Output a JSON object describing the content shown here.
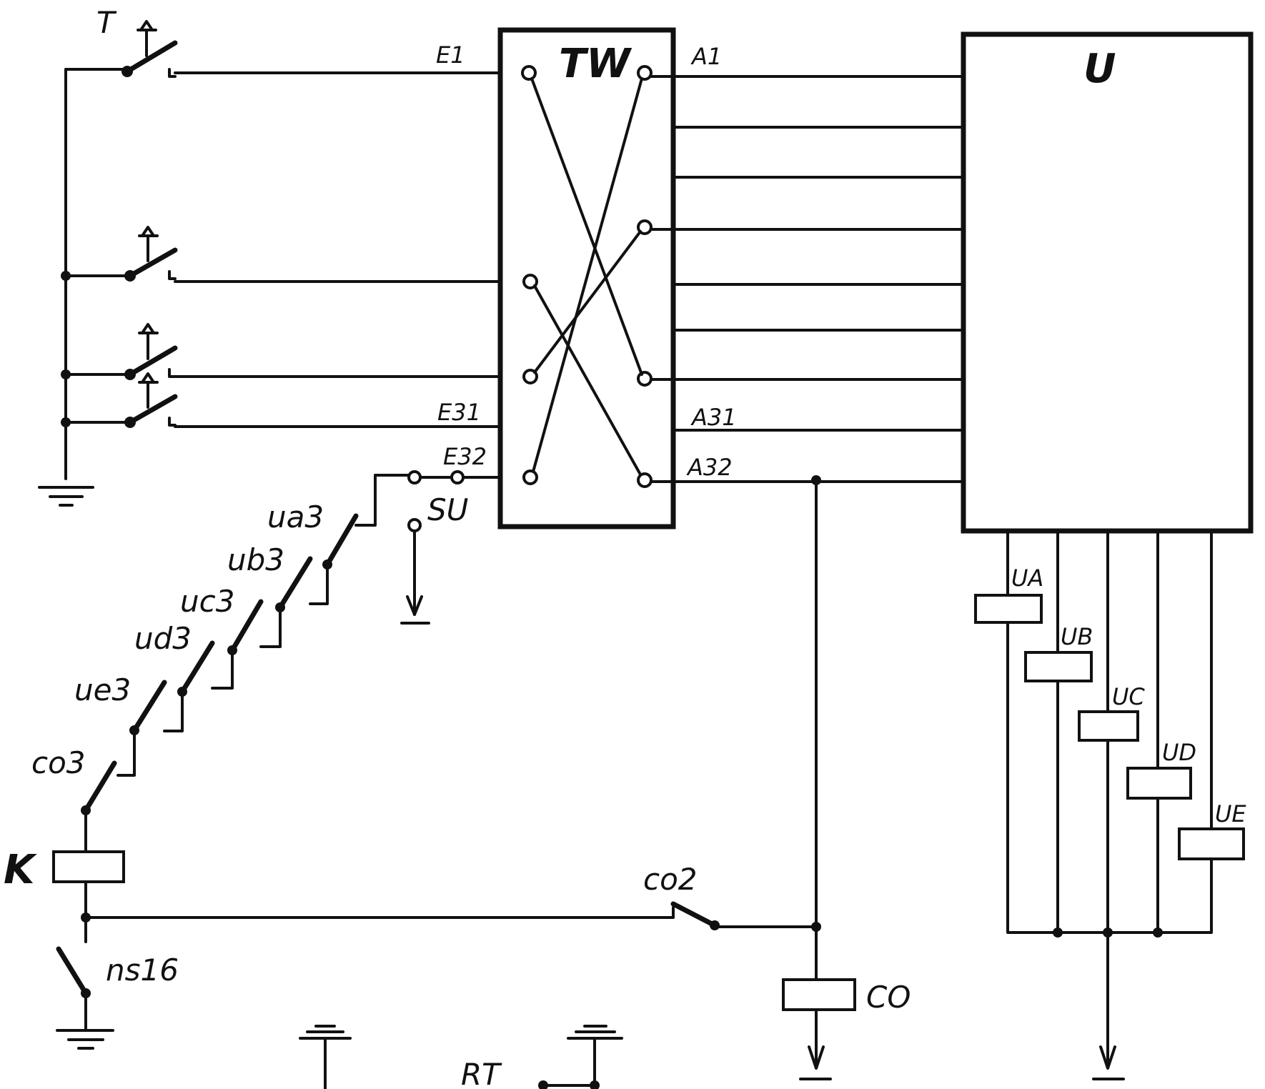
{
  "labels": {
    "push_button": "T",
    "switching_block": "TW",
    "unit": "U",
    "in_1": "E1",
    "in_31": "E31",
    "in_32": "E32",
    "out_1": "A1",
    "out_31": "A31",
    "out_32": "A32",
    "su": "SU",
    "ua3": "ua3",
    "ub3": "ub3",
    "uc3": "uc3",
    "ud3": "ud3",
    "ue3": "ue3",
    "co3": "co3",
    "relay_k": "K",
    "ns16": "ns16",
    "co2": "co2",
    "relay_co": "CO",
    "relay_ua": "UA",
    "relay_ub": "UB",
    "relay_uc": "UC",
    "relay_ud": "UD",
    "relay_ue": "UE",
    "rt": "RT"
  }
}
